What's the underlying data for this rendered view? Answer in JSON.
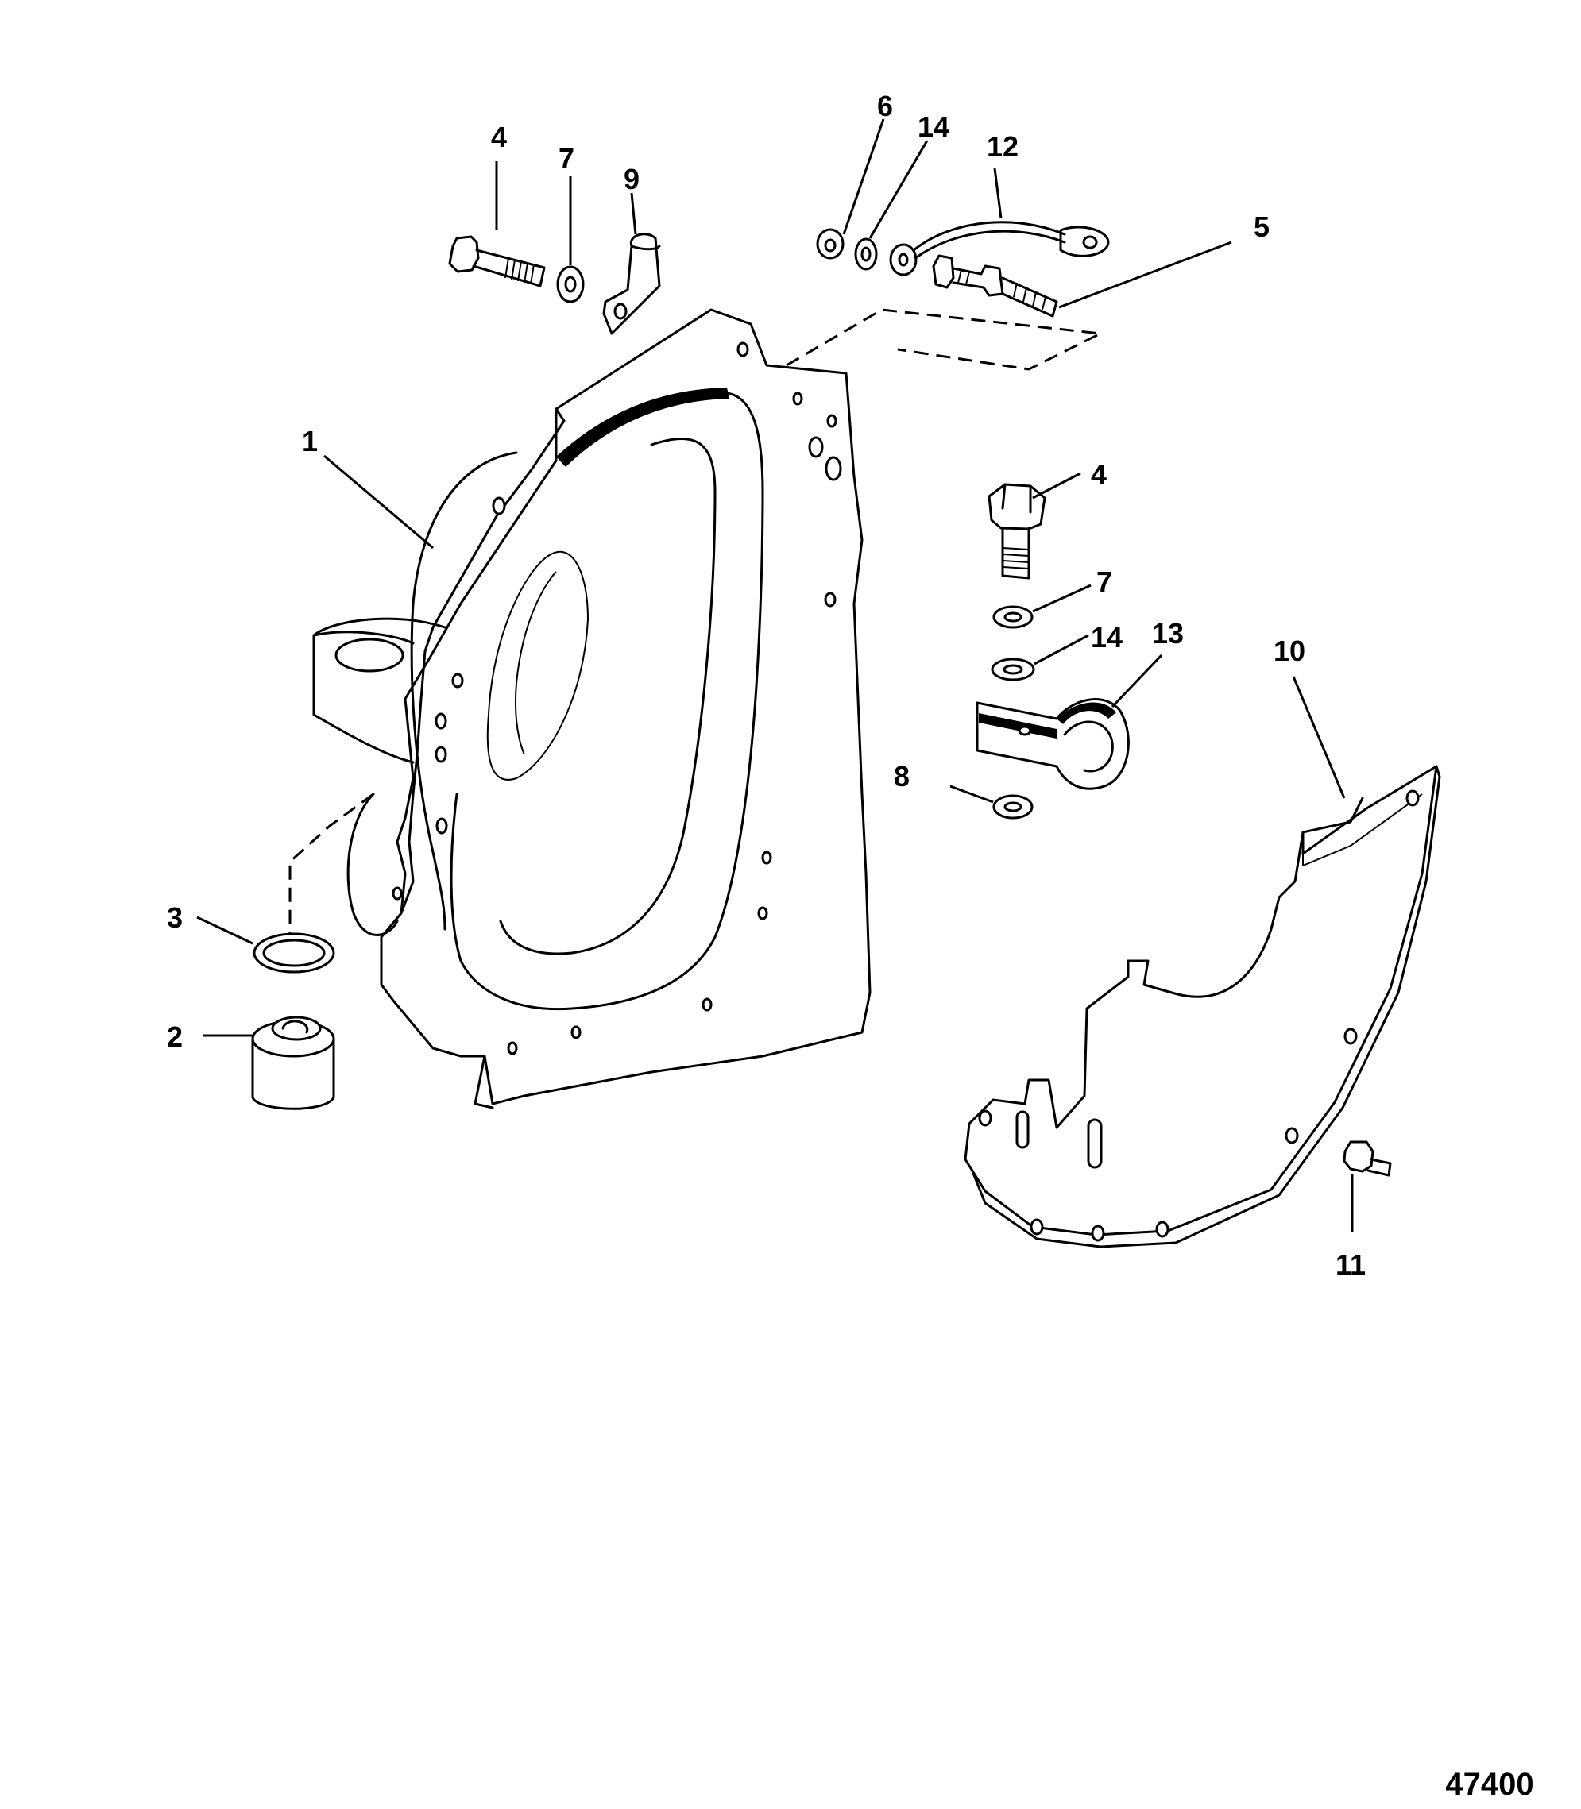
{
  "callouts": {
    "c1": "1",
    "c2": "2",
    "c3": "3",
    "c4a": "4",
    "c4b": "4",
    "c5": "5",
    "c6": "6",
    "c7a": "7",
    "c7b": "7",
    "c8": "8",
    "c9": "9",
    "c10": "10",
    "c11": "11",
    "c12": "12",
    "c13": "13",
    "c14a": "14",
    "c14b": "14"
  },
  "figure_number": "47400"
}
